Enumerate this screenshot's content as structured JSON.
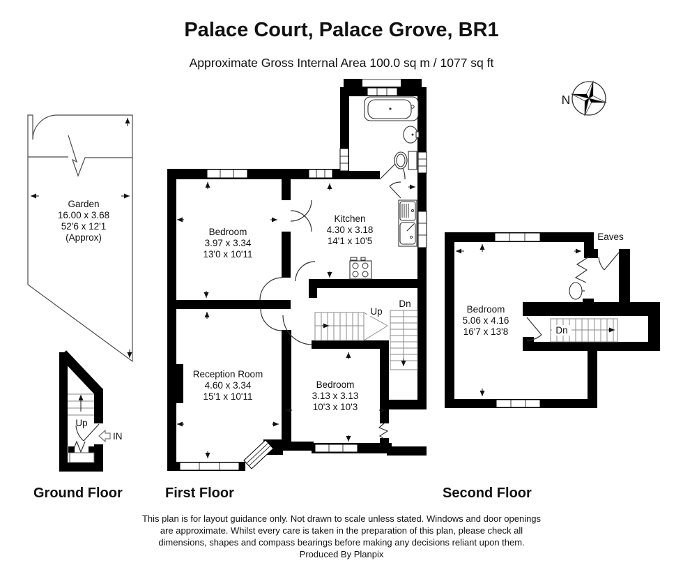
{
  "header": {
    "title": "Palace Court, Palace Grove, BR1",
    "subtitle": "Approximate Gross Internal Area 100.0 sq m / 1077 sq ft"
  },
  "compass": {
    "north": "N"
  },
  "garden": {
    "name": "Garden",
    "dim_metric": "16.00 x 3.68",
    "dim_imperial": "52'6 x 12'1",
    "approx": "(Approx)"
  },
  "ground_floor": {
    "label": "Ground Floor",
    "up": "Up",
    "in": "IN"
  },
  "first_floor": {
    "label": "First Floor",
    "up": "Up",
    "dn": "Dn",
    "bedroom1": {
      "name": "Bedroom",
      "dim_metric": "3.97 x 3.34",
      "dim_imperial": "13'0 x 10'11"
    },
    "kitchen": {
      "name": "Kitchen",
      "dim_metric": "4.30 x 3.18",
      "dim_imperial": "14'1 x 10'5"
    },
    "reception": {
      "name": "Reception Room",
      "dim_metric": "4.60 x 3.34",
      "dim_imperial": "15'1 x 10'11"
    },
    "bedroom2": {
      "name": "Bedroom",
      "dim_metric": "3.13 x 3.13",
      "dim_imperial": "10'3 x 10'3"
    }
  },
  "second_floor": {
    "label": "Second Floor",
    "dn": "Dn",
    "eaves": "Eaves",
    "bedroom": {
      "name": "Bedroom",
      "dim_metric": "5.06 x 4.16",
      "dim_imperial": "16'7 x 13'8"
    }
  },
  "footer": {
    "line1": "This plan is for layout guidance only. Not drawn to scale unless stated. Windows and door openings",
    "line2": "are approximate. Whilst every care is taken in the preparation of this plan, please check all",
    "line3": "dimensions, shapes and compass bearings before making any decisions reliant upon them.",
    "line4": "Produced By Planpix"
  }
}
